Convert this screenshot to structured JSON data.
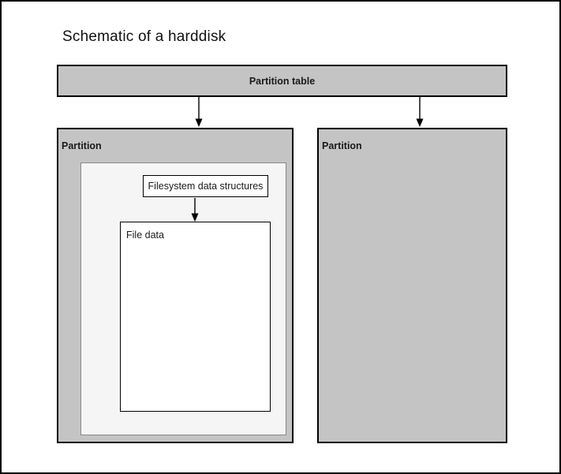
{
  "title": "Schematic of a harddisk",
  "partition_table": {
    "label": "Partition table"
  },
  "partitions": {
    "left": {
      "label": "Partition",
      "filesystem_box_label": "Filesystem data structures",
      "file_data_label": "File data"
    },
    "right": {
      "label": "Partition"
    }
  },
  "icons": {
    "arrows": "arrow-down-icon"
  },
  "colors": {
    "partition_fill": "#c4c4c4",
    "inner_panel_fill": "#f5f5f5",
    "box_fill": "#ffffff",
    "border_dark": "#000000",
    "inner_border": "#888888",
    "text": "#1a1a1a"
  }
}
